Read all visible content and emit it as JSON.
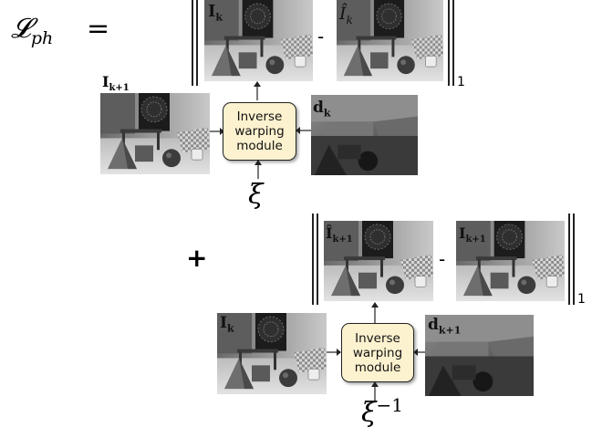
{
  "loss_lhs": "𝓛",
  "loss_sub": "ph",
  "equals": "=",
  "plus": "+",
  "minus": "-",
  "norm_sub": "1",
  "term1": {
    "target_frame": "I",
    "target_sub": "k",
    "warped_frame": "Î",
    "warped_sub": "k",
    "source_frame": "I",
    "source_sub": "k+1",
    "depth": "d",
    "depth_sub": "k",
    "pose": "ξ",
    "module": [
      "Inverse",
      "warping",
      "module"
    ]
  },
  "term2": {
    "warped_frame": "Î",
    "warped_sub": "k+1",
    "target_frame": "I",
    "target_sub": "k+1",
    "source_frame": "I",
    "source_sub": "k",
    "depth": "d",
    "depth_sub": "k+1",
    "pose": "ξ",
    "pose_sup": "−1",
    "module": [
      "Inverse",
      "warping",
      "module"
    ]
  }
}
